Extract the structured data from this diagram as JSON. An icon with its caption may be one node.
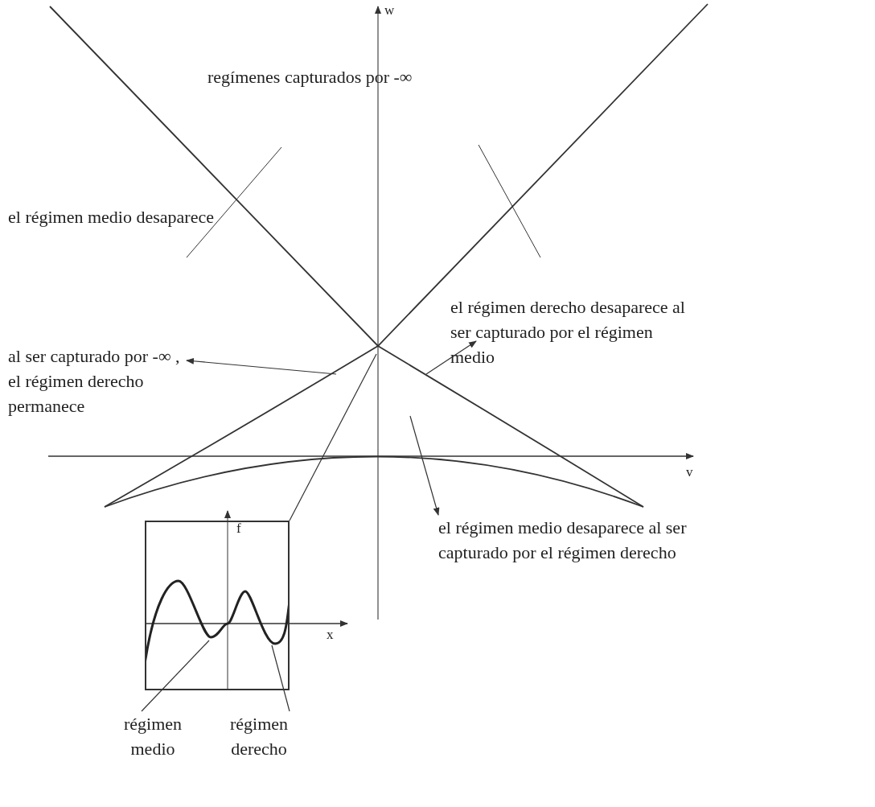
{
  "diagram": {
    "nodes": [
      {
        "text": [
          "el régimen derecho desaparece al ser capturado por el régimen medio"
        ]
      },
      {
        "text": [
          "al ser capturado por -∞ , el régimen derecho permanece"
        ]
      },
      {
        "text": [
          "el régimen medio desaparece al ser capturado por el régimen derecho"
        ]
      },
      {
        "text": [],
        "shape": "picture"
      },
      {
        "text": [
          "régimen medio"
        ]
      },
      {
        "text": [
          "régimen derecho"
        ]
      }
    ],
    "edges": [
      {
        "from": null,
        "to": 0,
        "arrow": "to"
      },
      {
        "from": null,
        "to": 1,
        "arrow": "to"
      },
      {
        "from": null,
        "to": 2,
        "arrow": "to"
      },
      {
        "from": null,
        "to": 3,
        "arrow": "none"
      },
      {
        "from": 4,
        "to": 3,
        "arrow": "none"
      },
      {
        "from": 5,
        "to": 3,
        "arrow": "none"
      }
    ],
    "labels": [
      "w",
      "regímenes capturados por -∞",
      "el régimen medio desaparece",
      "v",
      "f",
      "x"
    ]
  }
}
